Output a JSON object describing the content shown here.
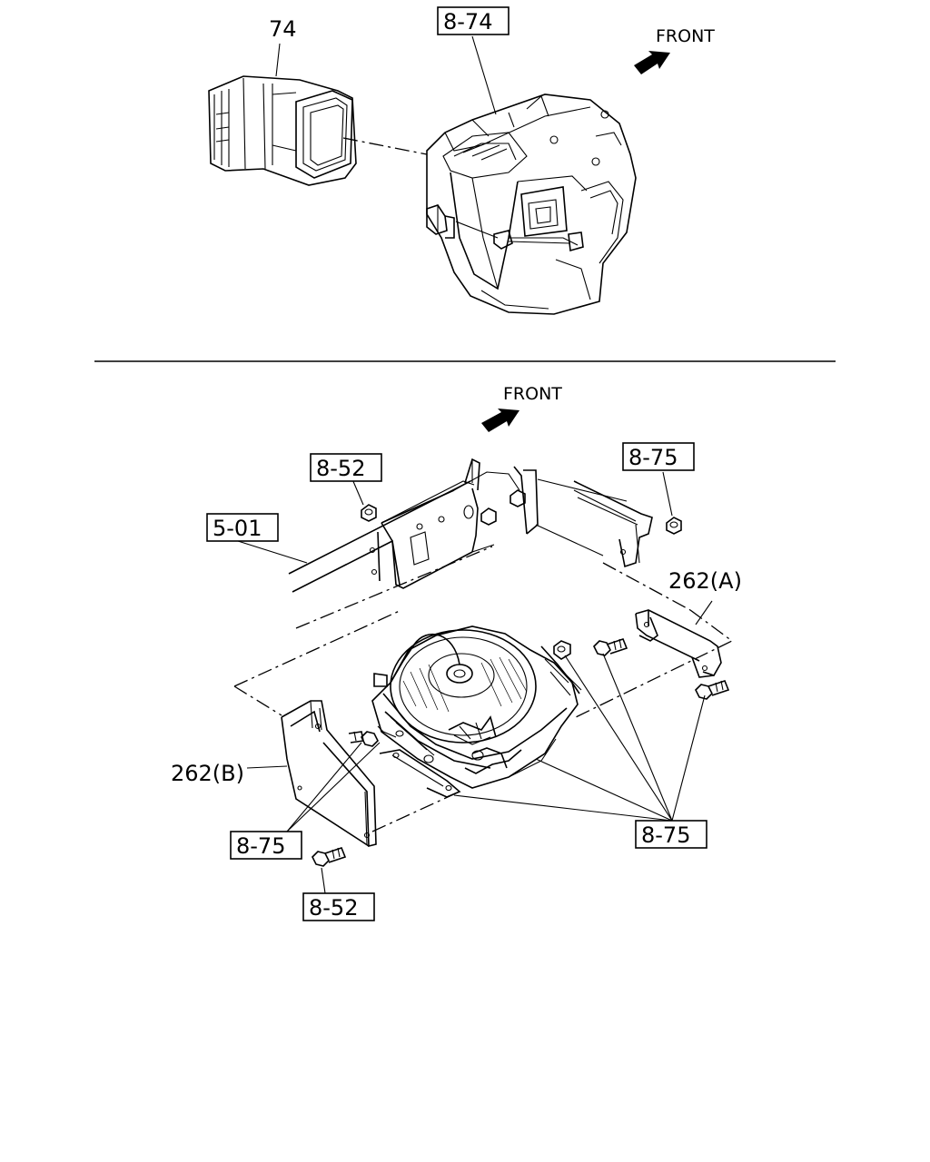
{
  "top_view": {
    "part_74": "74",
    "ref_8_74": "8-74",
    "front_label": "FRONT"
  },
  "bottom_view": {
    "front_label": "FRONT",
    "ref_8_52_top": "8-52",
    "ref_8_75_top": "8-75",
    "ref_5_01": "5-01",
    "part_262a": "262(A)",
    "part_262b": "262(B)",
    "ref_8_75_left": "8-75",
    "ref_8_75_right": "8-75",
    "ref_8_52_bottom": "8-52"
  }
}
